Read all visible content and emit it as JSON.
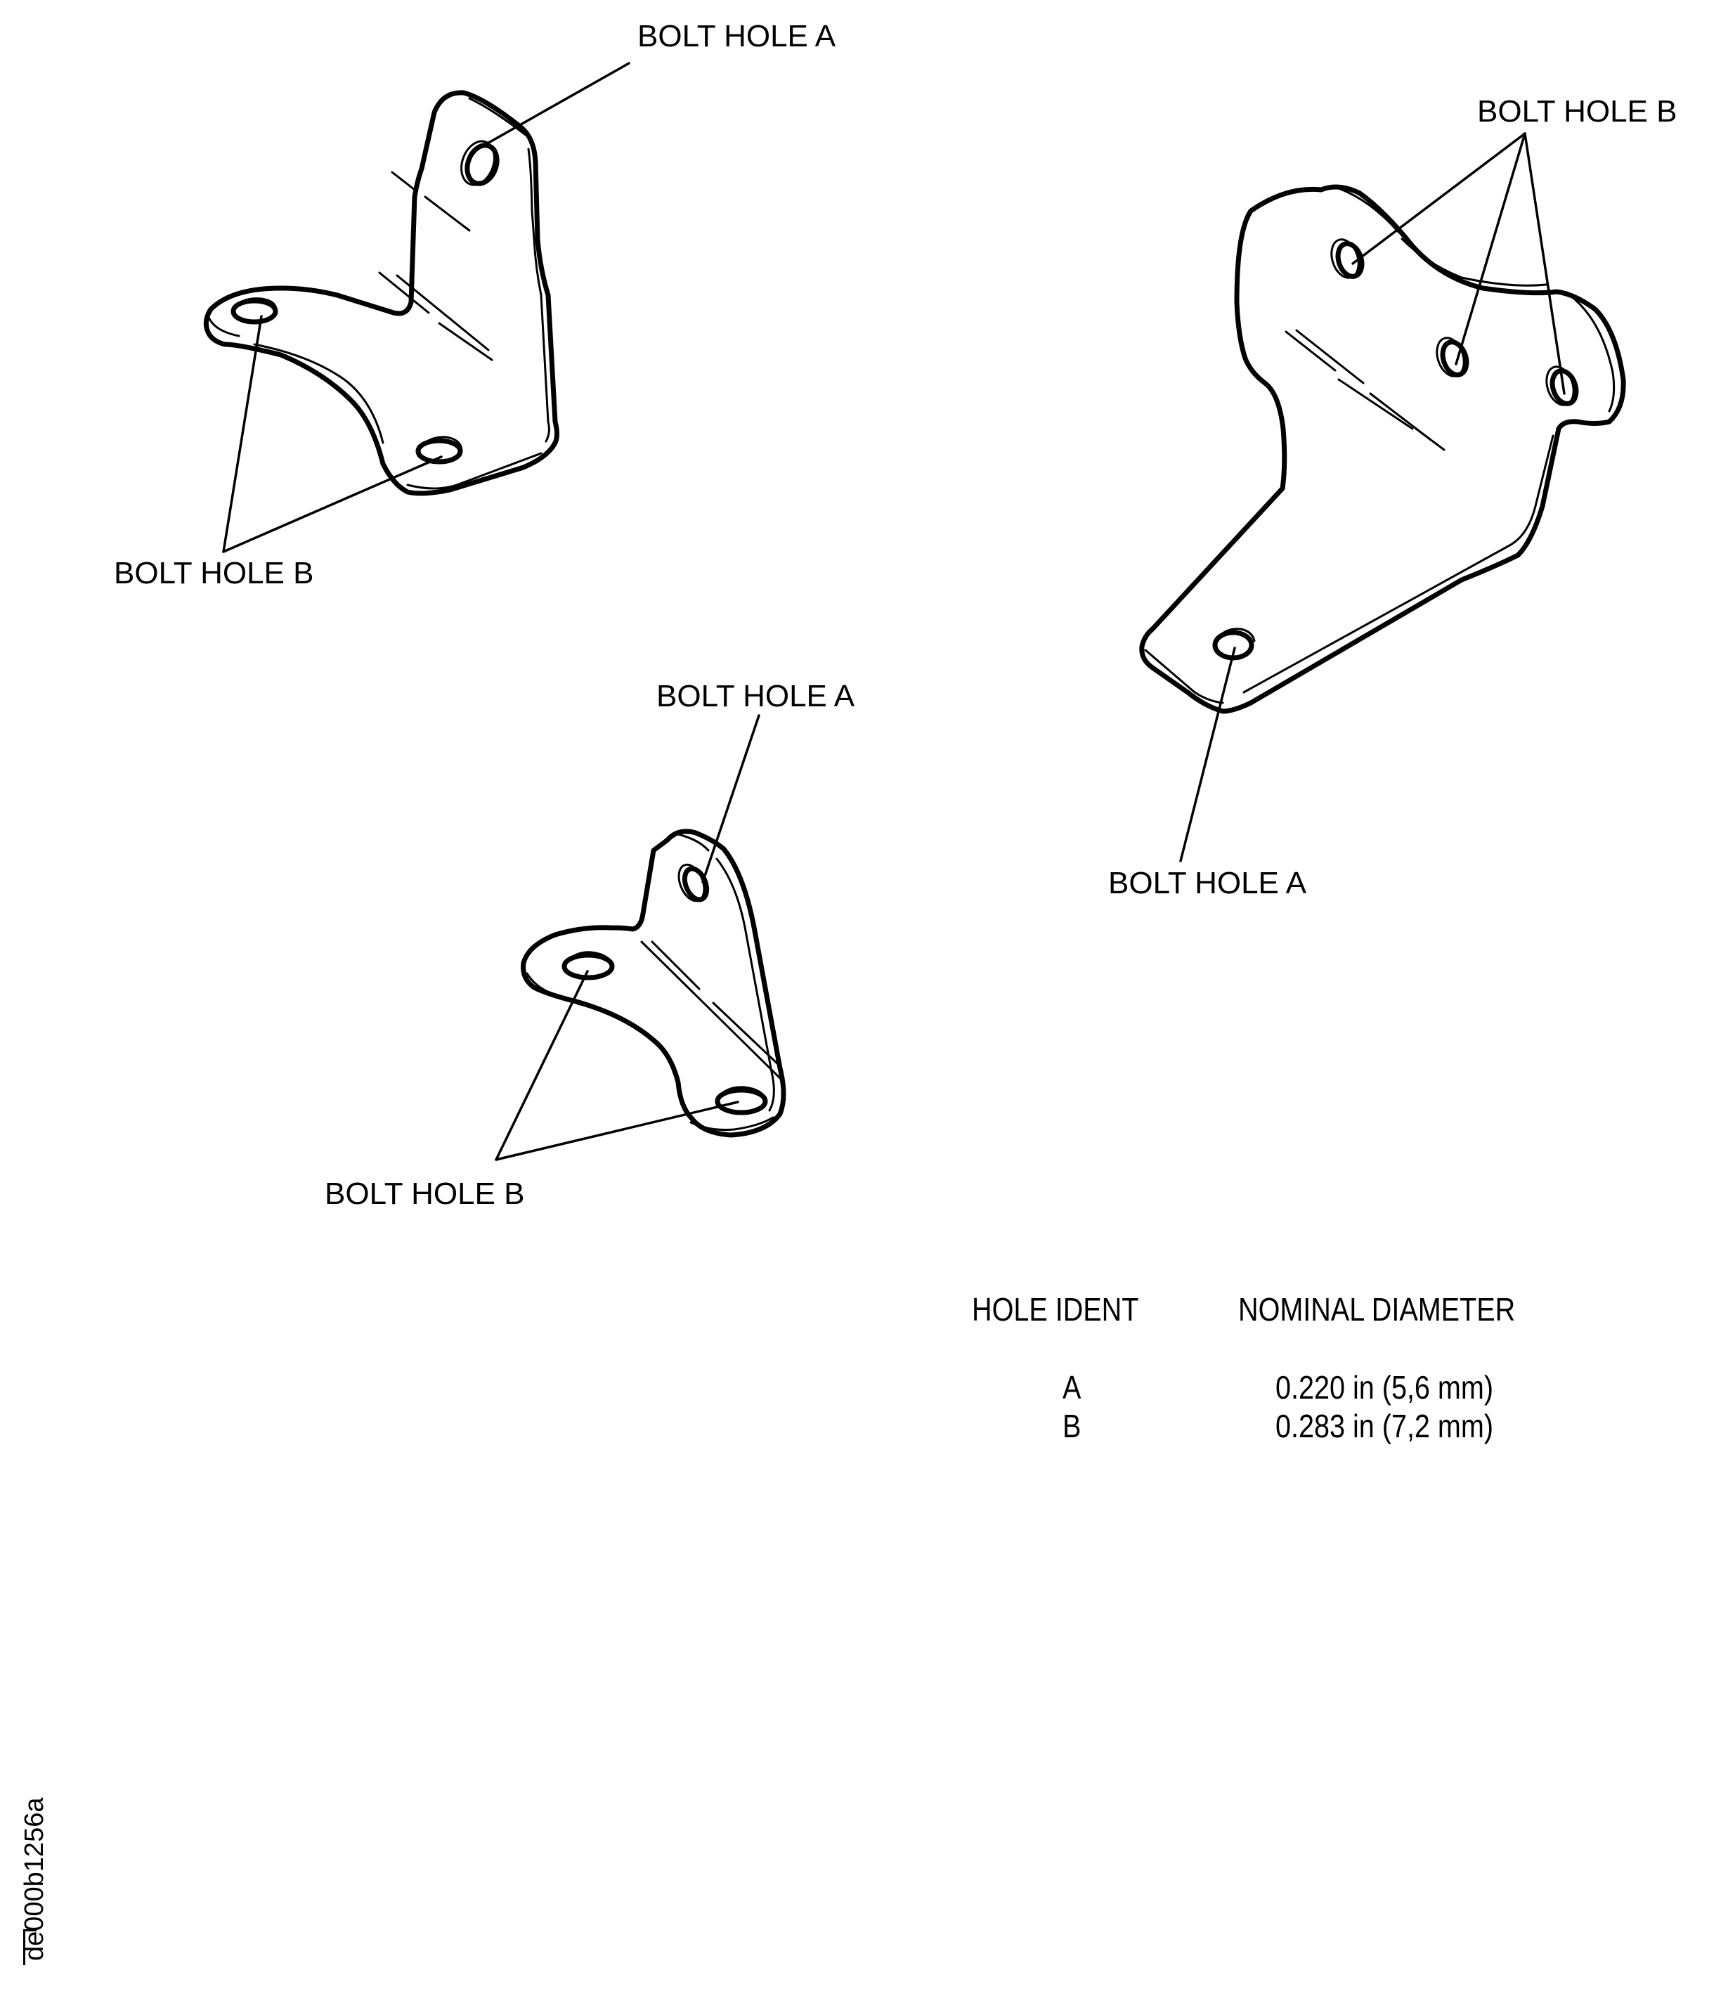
{
  "figure_id": "de000b1256a",
  "brackets": [
    {
      "name": "upper-left-bracket",
      "labels": [
        {
          "id": "ul-a",
          "text": "BOLT HOLE A",
          "hole": "A"
        },
        {
          "id": "ul-b",
          "text": "BOLT HOLE B",
          "hole": "B",
          "hole_count": 2
        }
      ]
    },
    {
      "name": "right-bracket",
      "labels": [
        {
          "id": "r-b",
          "text": "BOLT HOLE B",
          "hole": "B",
          "hole_count": 3
        },
        {
          "id": "r-a",
          "text": "BOLT HOLE A",
          "hole": "A"
        }
      ]
    },
    {
      "name": "middle-bracket",
      "labels": [
        {
          "id": "m-a",
          "text": "BOLT HOLE A",
          "hole": "A"
        },
        {
          "id": "m-b",
          "text": "BOLT HOLE B",
          "hole": "B",
          "hole_count": 2
        }
      ]
    }
  ],
  "table": {
    "headers": [
      "HOLE IDENT",
      "NOMINAL DIAMETER"
    ],
    "rows": [
      {
        "ident": "A",
        "diameter": "0.220 in (5,6 mm)"
      },
      {
        "ident": "B",
        "diameter": "0.283 in (7,2 mm)"
      }
    ]
  }
}
